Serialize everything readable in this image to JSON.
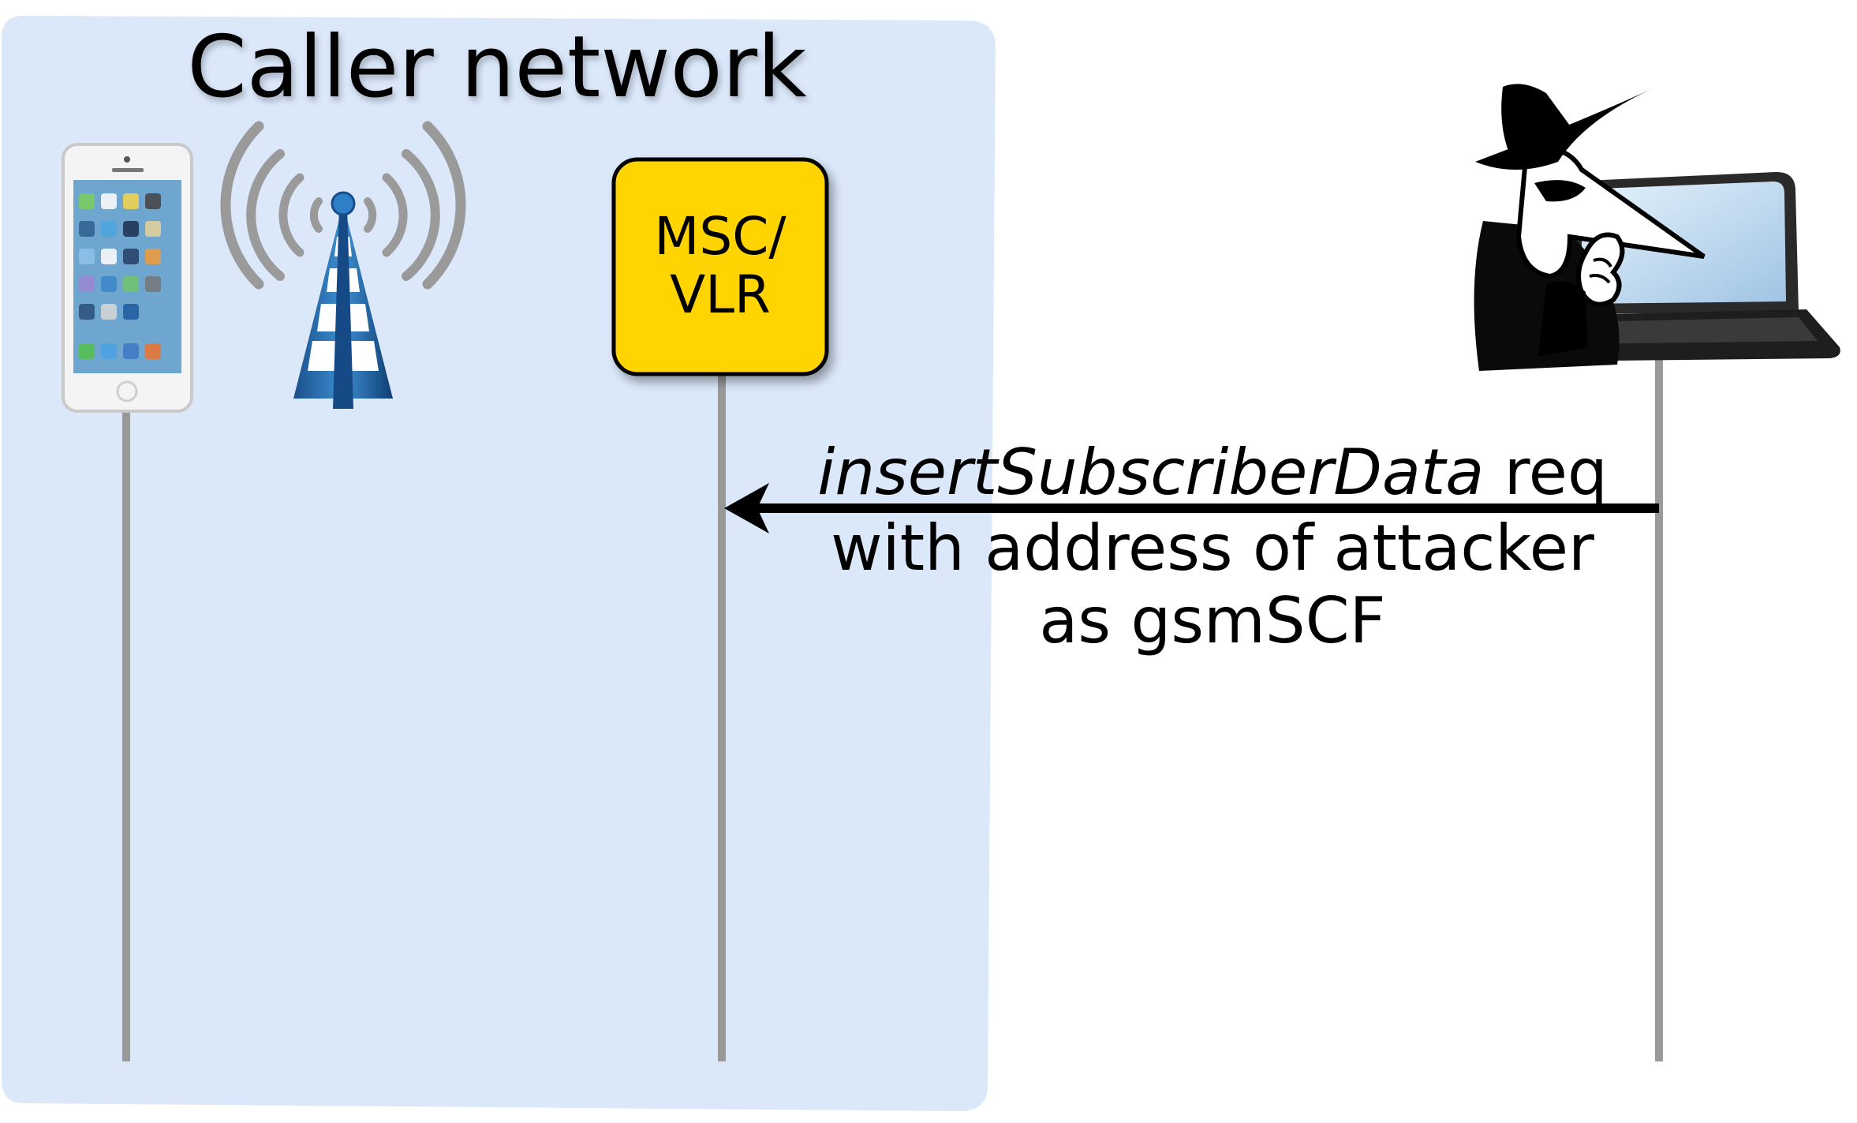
{
  "region": {
    "title": "Caller network",
    "fill_color": "#dae8fa"
  },
  "entities": {
    "phone": {
      "icon": "smartphone-icon"
    },
    "tower": {
      "icon": "cell-tower-icon"
    },
    "msc_vlr": {
      "label_line1": "MSC/",
      "label_line2": "VLR",
      "fill_color": "#ffd400"
    },
    "attacker": {
      "icon": "spy-with-laptop-icon"
    }
  },
  "message": {
    "method": "insertSubscriberData",
    "suffix": " req",
    "line2": "with address of attacker",
    "line3": "as gsmSCF",
    "from": "attacker",
    "to": "msc_vlr"
  },
  "lifeline_color": "#999999"
}
